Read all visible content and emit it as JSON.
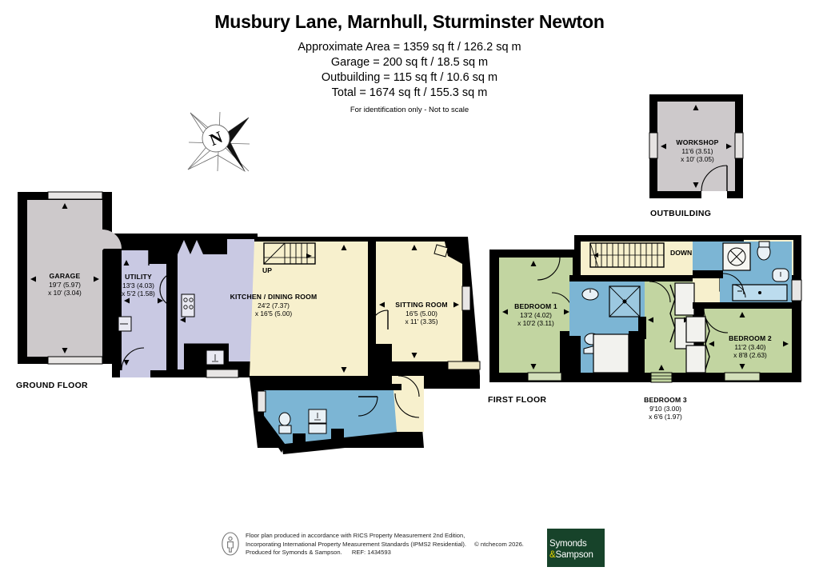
{
  "header": {
    "title": "Musbury Lane, Marnhull, Sturminster Newton",
    "area_lines": [
      "Approximate Area = 1359 sq ft / 126.2 sq m",
      "Garage = 200 sq ft / 18.5 sq m",
      "Outbuilding = 115 sq ft / 10.6 sq m",
      "Total = 1674 sq ft / 155.3 sq m"
    ],
    "notice": "For identification only - Not to scale"
  },
  "compass": {
    "label": "N"
  },
  "floors": {
    "ground_label": "GROUND FLOOR",
    "first_label": "FIRST FLOOR",
    "outbuilding_label": "OUTBUILDING"
  },
  "stairs": {
    "up_label": "UP",
    "down_label": "DOWN"
  },
  "rooms": [
    {
      "name": "GARAGE",
      "dim1": "19'7 (5.97)",
      "dim2": "x 10' (3.04)",
      "floor": "ground",
      "color": "#cdc9cb"
    },
    {
      "name": "UTILITY",
      "dim1": "13'3 (4.03)",
      "dim2": "x 5'2 (1.58)",
      "floor": "ground",
      "color": "#c9c9e3"
    },
    {
      "name": "KITCHEN / DINING ROOM",
      "dim1": "24'2 (7.37)",
      "dim2": "x 16'5 (5.00)",
      "floor": "ground",
      "color": "#f7f0cd"
    },
    {
      "name": "SITTING ROOM",
      "dim1": "16'5 (5.00)",
      "dim2": "x 11' (3.35)",
      "floor": "ground",
      "color": "#f7f0cd"
    },
    {
      "name": "BEDROOM 1",
      "dim1": "13'2 (4.02)",
      "dim2": "x 10'2 (3.11)",
      "floor": "first",
      "color": "#c2d5a1"
    },
    {
      "name": "BEDROOM 2",
      "dim1": "11'2 (3.40)",
      "dim2": "x 8'8 (2.63)",
      "floor": "first",
      "color": "#c2d5a1"
    },
    {
      "name": "BEDROOM 3",
      "dim1": "9'10 (3.00)",
      "dim2": "x 6'6 (1.97)",
      "floor": "first",
      "color": "#c2d5a1"
    },
    {
      "name": "WORKSHOP",
      "dim1": "11'6 (3.51)",
      "dim2": "x 10' (3.05)",
      "floor": "outbuilding",
      "color": "#cdc9cb"
    }
  ],
  "footer": {
    "line1": "Floor plan produced in accordance with RICS Property Measurement 2nd Edition,",
    "line2": "Incorporating International Property Measurement Standards (IPMS2 Residential).",
    "copyright": "© ntchecom 2026.",
    "line3": "Produced for Symonds & Sampson.",
    "ref": "REF:  1434593",
    "brand_line1": "Symonds",
    "brand_amp": "&",
    "brand_line2": "Sampson"
  },
  "palette": {
    "wall": "#000000",
    "cream": "#f7f0cd",
    "green": "#c2d5a1",
    "blue": "#7cb5d4",
    "lavender": "#c9c9e3",
    "grey": "#cdc9cb",
    "white_fixture": "#f2f2ee"
  }
}
